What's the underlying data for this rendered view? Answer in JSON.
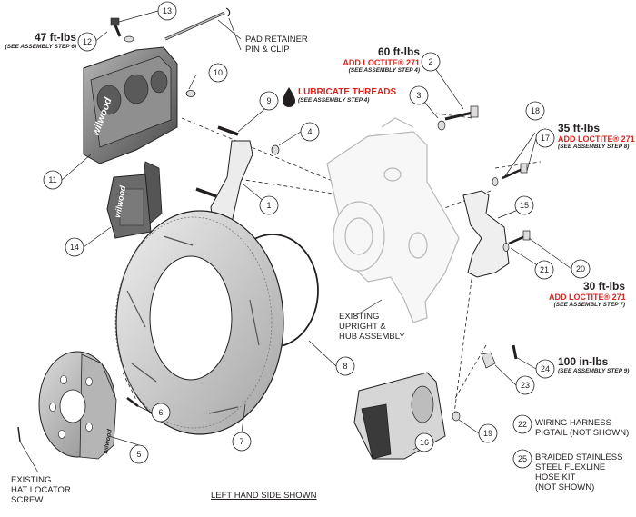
{
  "callouts": [
    "1",
    "2",
    "3",
    "4",
    "5",
    "6",
    "7",
    "8",
    "9",
    "10",
    "11",
    "12",
    "13",
    "14",
    "15",
    "16",
    "17",
    "18",
    "19",
    "20",
    "21",
    "22",
    "23",
    "24",
    "25"
  ],
  "torque_specs": {
    "t47": {
      "value": "47 ft-lbs",
      "note": "(SEE ASSEMBLY STEP 6)"
    },
    "t60": {
      "value": "60 ft-lbs",
      "loctite": "ADD LOCTITE® 271",
      "note": "(SEE ASSEMBLY STEP 4)"
    },
    "t35": {
      "value": "35 ft-lbs",
      "loctite": "ADD LOCTITE® 271",
      "note": "(SEE ASSEMBLY STEP 8)"
    },
    "t30": {
      "value": "30 ft-lbs",
      "loctite": "ADD LOCTITE® 271",
      "note": "(SEE ASSEMBLY STEP 7)"
    },
    "t100": {
      "value": "100 in-lbs",
      "note": "(SEE ASSEMBLY STEP 9)"
    }
  },
  "lubricate": {
    "label": "LUBRICATE THREADS",
    "note": "(SEE ASSEMBLY STEP 4)"
  },
  "labels": {
    "pad_retainer": [
      "PAD RETAINER",
      "PIN & CLIP"
    ],
    "upright": [
      "EXISTING",
      "UPRIGHT &",
      "HUB ASSEMBLY"
    ],
    "hat_screw": [
      "EXISTING",
      "HAT LOCATOR",
      "SCREW"
    ],
    "wiring": [
      "WIRING HARNESS",
      "PIGTAIL (NOT SHOWN)"
    ],
    "flexline": [
      "BRAIDED STAINLESS",
      "STEEL FLEXLINE",
      "HOSE KIT",
      "(NOT SHOWN)"
    ]
  },
  "logos": {
    "caliper": "wilwood",
    "pad": "wilwood",
    "hat": "wilwood"
  },
  "caption": "LEFT HAND SIDE SHOWN",
  "colors": {
    "line": "#231f20",
    "red": "#e0201b",
    "metal": "#9a9a9a",
    "light_metal": "#d8d8d8",
    "dark": "#3a3a3a"
  }
}
